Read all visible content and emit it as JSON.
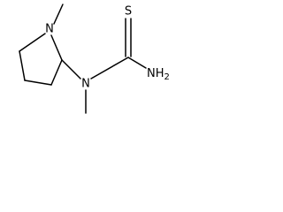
{
  "atoms": {
    "ring_n": "N",
    "amine_n": "N",
    "thio_s": "S",
    "amide_nh2": "NH2"
  }
}
